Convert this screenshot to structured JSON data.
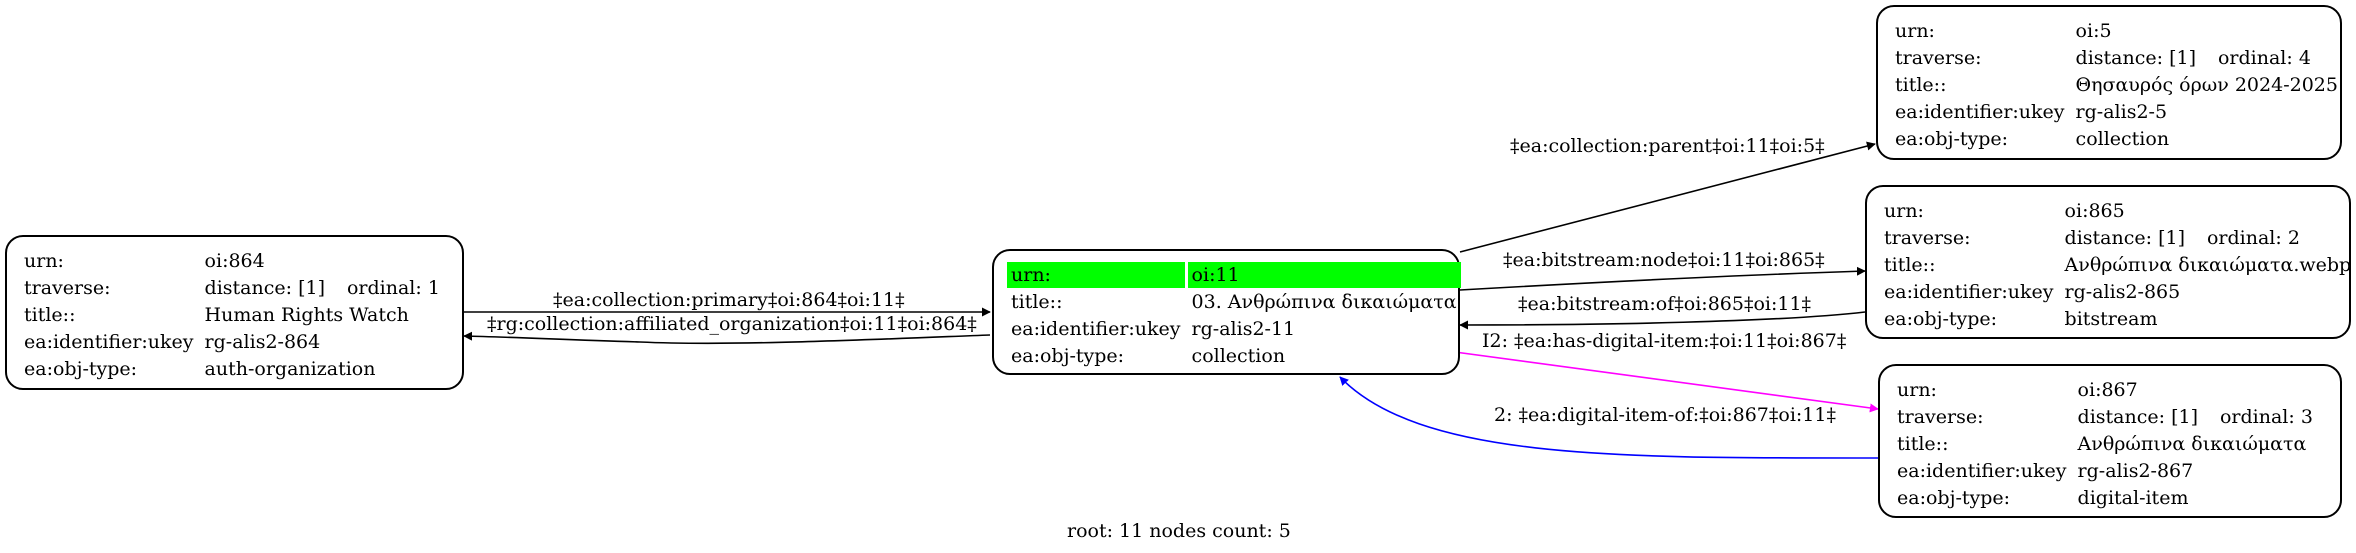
{
  "colors": {
    "highlight": "#00ff00",
    "edge_default": "#000000",
    "edge_magenta": "#ff00ff",
    "edge_blue": "#0000ff"
  },
  "nodes": {
    "oi864": {
      "rows": [
        {
          "key": "urn:",
          "value": "oi:864"
        },
        {
          "key": "traverse:",
          "value": "distance: [1]",
          "extra": "ordinal: 1"
        },
        {
          "key": "title::",
          "value": "Human Rights Watch"
        },
        {
          "key": "ea:identifier:ukey",
          "value": "rg-alis2-864"
        },
        {
          "key": "ea:obj-type:",
          "value": "auth-organization"
        }
      ]
    },
    "oi11": {
      "rows": [
        {
          "key": "urn:",
          "value": "oi:11"
        },
        {
          "key": "title::",
          "value": "03. Ανθρώπινα δικαιώματα"
        },
        {
          "key": "ea:identifier:ukey",
          "value": "rg-alis2-11"
        },
        {
          "key": "ea:obj-type:",
          "value": "collection"
        }
      ]
    },
    "oi5": {
      "rows": [
        {
          "key": "urn:",
          "value": "oi:5"
        },
        {
          "key": "traverse:",
          "value": "distance: [1]",
          "extra": "ordinal: 4"
        },
        {
          "key": "title::",
          "value": "Θησαυρός όρων 2024-2025"
        },
        {
          "key": "ea:identifier:ukey",
          "value": "rg-alis2-5"
        },
        {
          "key": "ea:obj-type:",
          "value": "collection"
        }
      ]
    },
    "oi865": {
      "rows": [
        {
          "key": "urn:",
          "value": "oi:865"
        },
        {
          "key": "traverse:",
          "value": "distance: [1]",
          "extra": "ordinal: 2"
        },
        {
          "key": "title::",
          "value": "Ανθρώπινα δικαιώματα.webp"
        },
        {
          "key": "ea:identifier:ukey",
          "value": "rg-alis2-865"
        },
        {
          "key": "ea:obj-type:",
          "value": "bitstream"
        }
      ]
    },
    "oi867": {
      "rows": [
        {
          "key": "urn:",
          "value": "oi:867"
        },
        {
          "key": "traverse:",
          "value": "distance: [1]",
          "extra": "ordinal: 3"
        },
        {
          "key": "title::",
          "value": "Ανθρώπινα δικαιώματα"
        },
        {
          "key": "ea:identifier:ukey",
          "value": "rg-alis2-867"
        },
        {
          "key": "ea:obj-type:",
          "value": "digital-item"
        }
      ]
    }
  },
  "edges": {
    "primary": "‡ea:collection:primary‡oi:864‡oi:11‡",
    "affiliated": "‡rg:collection:affiliated_organization‡oi:11‡oi:864‡",
    "parent": "‡ea:collection:parent‡oi:11‡oi:5‡",
    "bitstream_node": "‡ea:bitstream:node‡oi:11‡oi:865‡",
    "bitstream_of": "‡ea:bitstream:of‡oi:865‡oi:11‡",
    "has_digital_item": "I2: ‡ea:has-digital-item:‡oi:11‡oi:867‡",
    "digital_item_of": "2: ‡ea:digital-item-of:‡oi:867‡oi:11‡"
  },
  "footer": "root: 11 nodes count: 5"
}
